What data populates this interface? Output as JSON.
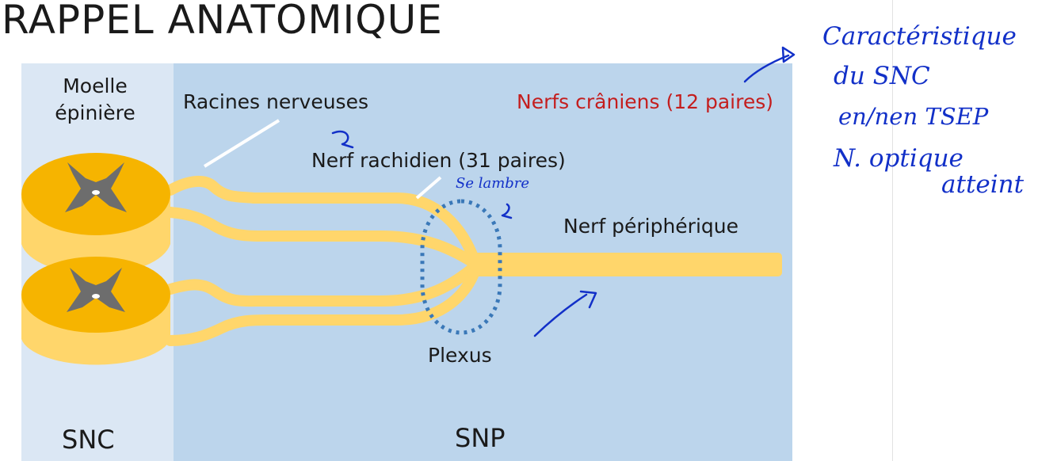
{
  "title": "RAPPEL ANATOMIQUE",
  "labels": {
    "moelle": [
      "Moelle",
      "épinière"
    ],
    "racines": "Racines nerveuses",
    "nerfs_craniens": "Nerfs crâniens (12 paires)",
    "nerf_rachidien": "Nerf rachidien (31 paires)",
    "nerf_peripherique": "Nerf périphérique",
    "plexus": "Plexus",
    "snc": "SNC",
    "snp": "SNP"
  },
  "handwriting": {
    "note_lines": [
      "Caractéristique",
      "du SNC",
      "en/nen TSEP",
      "N. optique",
      "atteint"
    ],
    "se_lambre": "Se lambre"
  },
  "colors": {
    "snc_bg": "#dbe7f4",
    "snp_bg": "#bcd5ec",
    "nerve": "#ffd66b",
    "cord_top": "#f6b400",
    "gray_matter": "#6d6d6d",
    "plexus_dots": "#3a78b8",
    "crane_text": "#c41e1e",
    "ink": "#1230c8"
  }
}
